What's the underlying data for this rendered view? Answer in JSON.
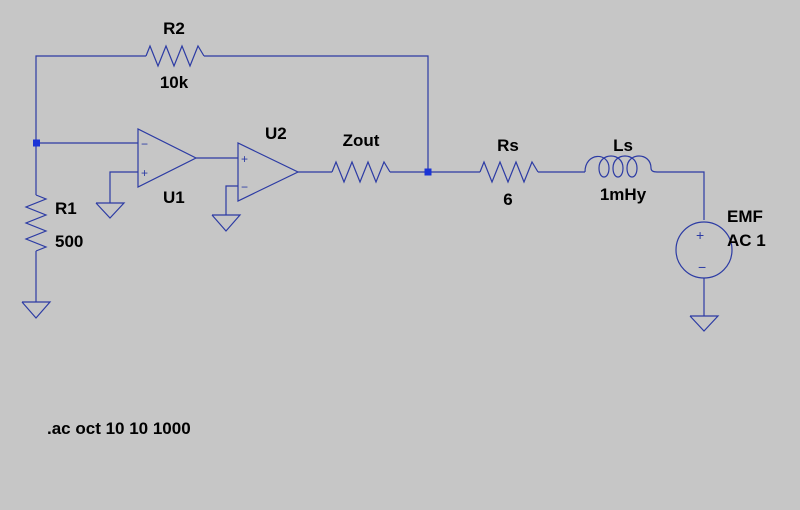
{
  "components": {
    "r2": {
      "ref": "R2",
      "value": "10k"
    },
    "r1": {
      "ref": "R1",
      "value": "500"
    },
    "u1": {
      "ref": "U1"
    },
    "u2": {
      "ref": "U2"
    },
    "zout": {
      "ref": "Zout"
    },
    "rs": {
      "ref": "Rs",
      "value": "6"
    },
    "ls": {
      "ref": "Ls",
      "value": "1mHy"
    },
    "emf": {
      "ref": "EMF",
      "value": "AC 1"
    }
  },
  "directive": ".ac oct 10 10 1000",
  "colors": {
    "background": "#c6c6c6",
    "wire": "#2c3ba4",
    "junction": "#1a33d6",
    "text": "#000000"
  }
}
